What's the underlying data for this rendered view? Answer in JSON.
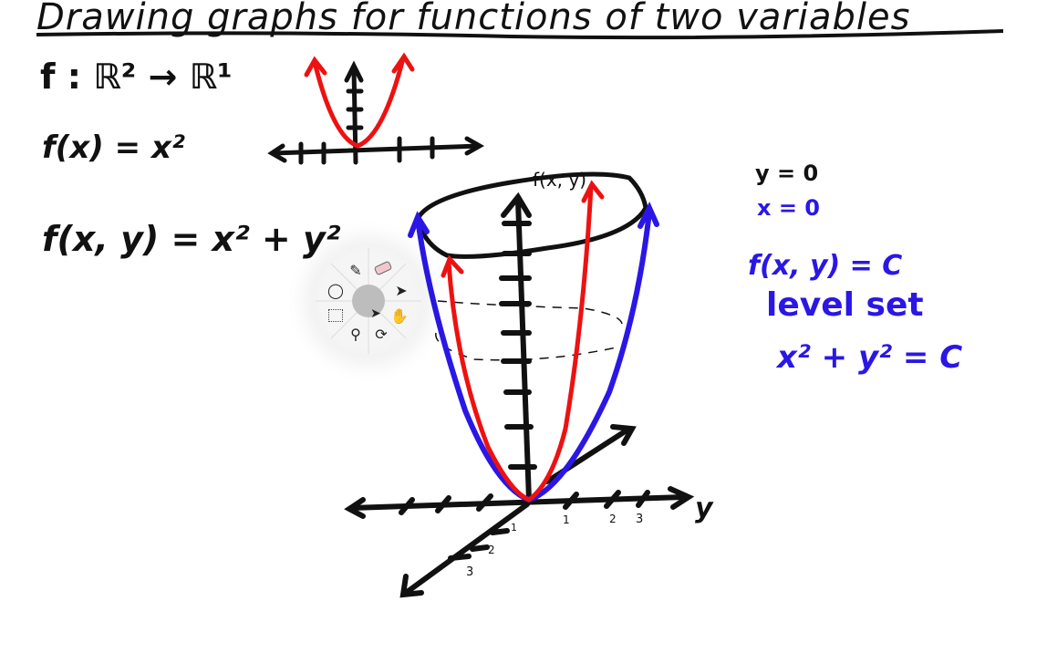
{
  "title": "Drawing graphs for functions of two variables",
  "left_notes": {
    "mapping": "f : ℝ² → ℝ¹",
    "one_var": "f(x) = x²",
    "two_var": "f(x, y) = x² + y²"
  },
  "surface_label": "f(x, y)",
  "right_notes": {
    "y_zero": "y = 0",
    "x_zero": "x = 0",
    "level_eq": "f(x, y) = C",
    "level_set": "level set",
    "circle_eq": "x² + y² = C"
  },
  "axis_labels": {
    "y": "y",
    "ticks_y": [
      "1",
      "2",
      "3"
    ],
    "ticks_x": [
      "1",
      "2",
      "3"
    ]
  },
  "colors": {
    "ink_black": "#111111",
    "ink_red": "#ee1111",
    "ink_blue": "#2a17e6",
    "background": "#ffffff"
  },
  "tool_wheel": {
    "tools": [
      "pen-icon",
      "eraser-icon",
      "pointer-icon",
      "hand-icon",
      "rotate-icon",
      "zoom-icon",
      "marquee-icon",
      "lasso-icon"
    ]
  }
}
